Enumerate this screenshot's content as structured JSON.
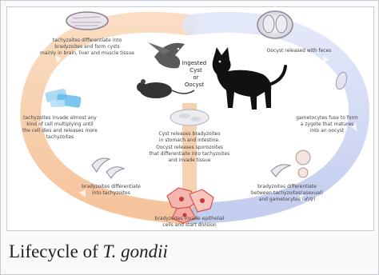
{
  "figure": {
    "center_label": [
      "Ingested",
      "Cyst",
      "or",
      "Oocyst"
    ],
    "notes": {
      "tachy_to_brady": [
        "tachyzoites differentiate into",
        "bradyzoites and form cysts",
        "mainly in brain, liver and muscle tissue"
      ],
      "oocyst_feces": [
        "Oocyst released with feces"
      ],
      "tachy_invade": [
        "tachyzoites invade almost any",
        "kind of cell multiplying until",
        "the cell dies and releases more",
        "tachyzoites"
      ],
      "gametocytes_fuse": [
        "gametocytes fuse to form",
        "a zygote that matures",
        "into an oocyst"
      ],
      "cyst_releases": [
        "Cyst releases bradyzoites",
        "in stomach and intestine.",
        "Oocyst releases sporozoites",
        "that differentiate into tachyzoites",
        "and invade tissue"
      ],
      "brady_to_tachy": [
        "bradyzoites differentiate",
        "into tachyzoites"
      ],
      "brady_to_gametocytes": [
        "bradyzoites differentiate",
        "between tachyzoites(asexual)",
        "and gametocytes (♂/♀)"
      ],
      "brady_invade": [
        "bradyzoites invade epithelial",
        "cells and start division"
      ]
    },
    "colors": {
      "left_loop": "#f6c9a0",
      "right_loop": "#c9d2f0",
      "cat": "#111111",
      "mouse": "#333333",
      "bird": "#555555"
    }
  },
  "caption": {
    "prefix": "Lifecycle of ",
    "species": "T. gondii"
  }
}
